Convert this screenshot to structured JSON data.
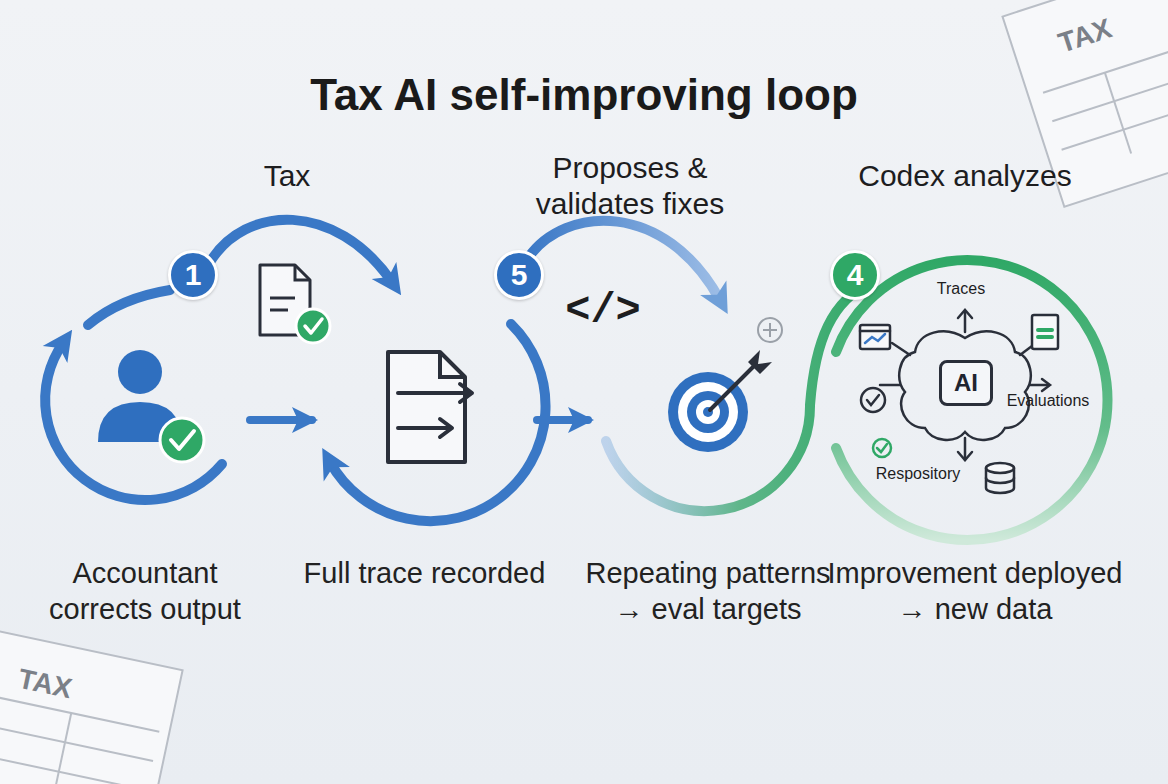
{
  "diagram": {
    "title": "Tax AI self-improving loop",
    "nodes": [
      {
        "text": [
          "Accountant corrects output"
        ]
      },
      {
        "text": [
          "Full trace recorded"
        ]
      },
      {
        "text": [
          "Repeating patterns → eval targets"
        ]
      },
      {
        "text": [
          "Improvement deployed → new data"
        ]
      },
      {
        "text": [
          "AI"
        ],
        "in": 3
      },
      {
        "text": [
          "1"
        ]
      },
      {
        "text": [
          "5"
        ]
      },
      {
        "text": [
          "4"
        ]
      }
    ],
    "edges": [
      {
        "from": 0,
        "to": 1,
        "arrow": "to"
      },
      {
        "from": 1,
        "to": 2,
        "arrow": "to"
      }
    ],
    "labels": [
      "Tax",
      "Proposes & validates fixes",
      "Codex analyzes",
      "</>",
      "Traces",
      "Evaluations",
      "Respository",
      "TAX",
      "TAX"
    ]
  }
}
